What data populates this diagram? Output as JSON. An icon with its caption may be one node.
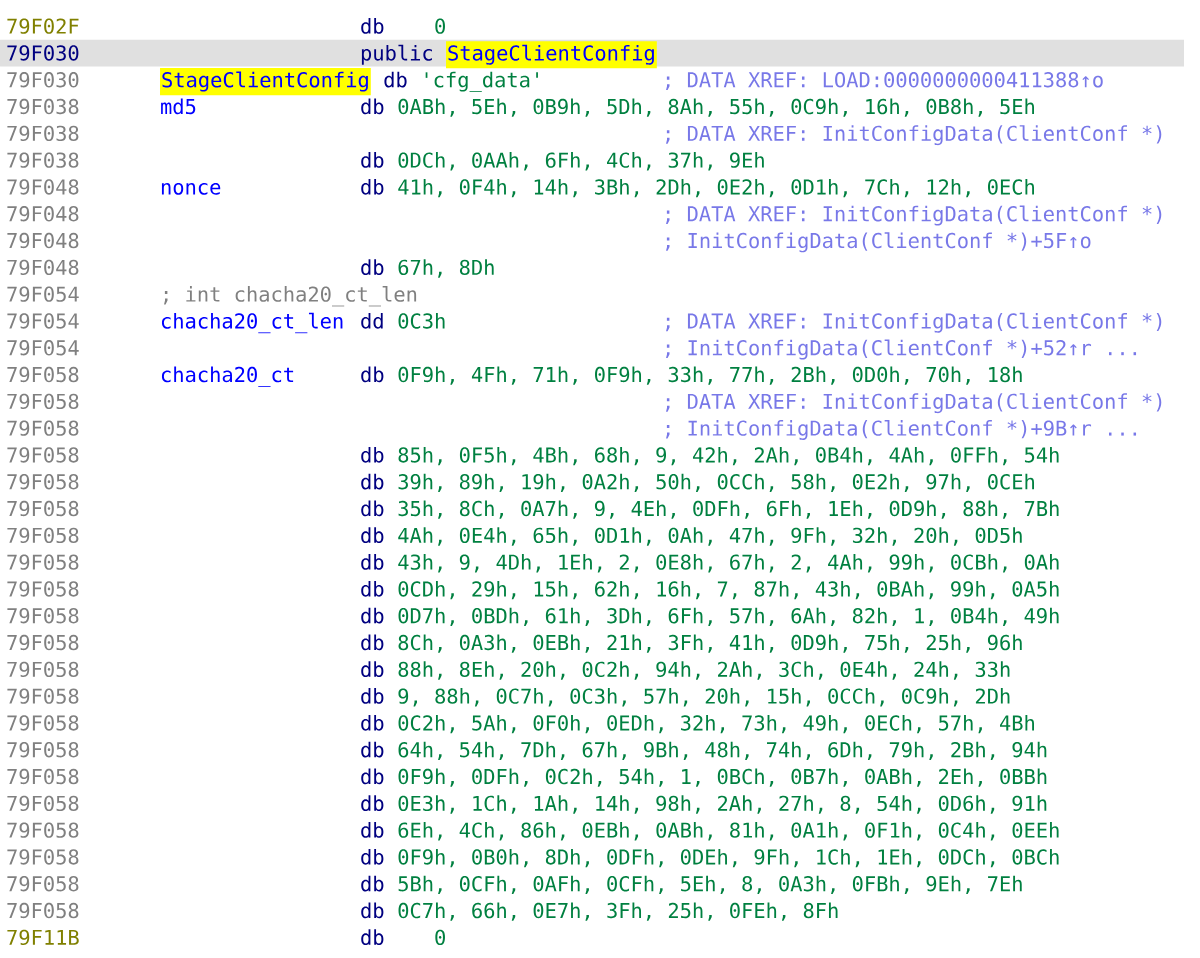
{
  "diagram": {
    "labels": [
      "79F02F",
      "db",
      "0",
      "79F030",
      "public",
      "StageClientConfig",
      "79F030",
      "StageClientConfig",
      "db",
      "'cfg_data'",
      "; DATA XREF: LOAD:0000000000411388↑o",
      "79F038",
      "md5",
      "db",
      "0ABh, 5Eh, 0B9h, 5Dh, 8Ah, 55h, 0C9h, 16h, 0B8h, 5Eh",
      "79F038",
      "; DATA XREF: InitConfigData(ClientConf *)",
      "79F038",
      "db",
      "0DCh, 0AAh, 6Fh, 4Ch, 37h, 9Eh",
      "79F048",
      "nonce",
      "db",
      "41h, 0F4h, 14h, 3Bh, 2Dh, 0E2h, 0D1h, 7Ch, 12h, 0ECh",
      "79F048",
      "; DATA XREF: InitConfigData(ClientConf *)",
      "79F048",
      "; InitConfigData(ClientConf *)+5F↑o",
      "79F048",
      "db",
      "67h, 8Dh",
      "79F054",
      "; int chacha20_ct_len",
      "79F054",
      "chacha20_ct_len",
      "dd",
      "0C3h",
      "; DATA XREF: InitConfigData(ClientConf *)",
      "79F054",
      "; InitConfigData(ClientConf *)+52↑r ...",
      "79F058",
      "chacha20_ct",
      "db",
      "0F9h, 4Fh, 71h, 0F9h, 33h, 77h, 2Bh, 0D0h, 70h, 18h",
      "79F058",
      "; DATA XREF: InitConfigData(ClientConf *)",
      "79F058",
      "; InitConfigData(ClientConf *)+9B↑r ...",
      "79F058",
      "db",
      "85h, 0F5h, 4Bh, 68h, 9, 42h, 2Ah, 0B4h, 4Ah, 0FFh, 54h",
      "79F058",
      "db",
      "39h, 89h, 19h, 0A2h, 50h, 0CCh, 58h, 0E2h, 97h, 0CEh",
      "79F058",
      "db",
      "35h, 8Ch, 0A7h, 9, 4Eh, 0DFh, 6Fh, 1Eh, 0D9h, 88h, 7Bh",
      "79F058",
      "db",
      "4Ah, 0E4h, 65h, 0D1h, 0Ah, 47h, 9Fh, 32h, 20h, 0D5h",
      "79F058",
      "db",
      "43h, 9, 4Dh, 1Eh, 2, 0E8h, 67h, 2, 4Ah, 99h, 0CBh, 0Ah",
      "79F058",
      "db",
      "0CDh, 29h, 15h, 62h, 16h, 7, 87h, 43h, 0BAh, 99h, 0A5h",
      "79F058",
      "db",
      "0D7h, 0BDh, 61h, 3Dh, 6Fh, 57h, 6Ah, 82h, 1, 0B4h, 49h",
      "79F058",
      "db",
      "8Ch, 0A3h, 0EBh, 21h, 3Fh, 41h, 0D9h, 75h, 25h, 96h",
      "79F058",
      "db",
      "88h, 8Eh, 20h, 0C2h, 94h, 2Ah, 3Ch, 0E4h, 24h, 33h",
      "79F058",
      "db",
      "9, 88h, 0C7h, 0C3h, 57h, 20h, 15h, 0CCh, 0C9h, 2Dh",
      "79F058",
      "db",
      "0C2h, 5Ah, 0F0h, 0EDh, 32h, 73h, 49h, 0ECh, 57h, 4Bh",
      "79F058",
      "db",
      "64h, 54h, 7Dh, 67h, 9Bh, 48h, 74h, 6Dh, 79h, 2Bh, 94h",
      "79F058",
      "db",
      "0F9h, 0DFh, 0C2h, 54h, 1, 0BCh, 0B7h, 0ABh, 2Eh, 0BBh",
      "79F058",
      "db",
      "0E3h, 1Ch, 1Ah, 14h, 98h, 2Ah, 27h, 8, 54h, 0D6h, 91h",
      "79F058",
      "db",
      "6Eh, 4Ch, 86h, 0EBh, 0ABh, 81h, 0A1h, 0F1h, 0C4h, 0EEh",
      "79F058",
      "db",
      "0F9h, 0B0h, 8Dh, 0DFh, 0DEh, 9Fh, 1Ch, 1Eh, 0DCh, 0BCh",
      "79F058",
      "db",
      "5Bh, 0CFh, 0AFh, 0CFh, 5Eh, 8, 0A3h, 0FBh, 9Eh, 7Eh",
      "79F058",
      "db",
      "0C7h, 66h, 0E7h, 3Fh, 25h, 0FEh, 8Fh",
      "79F11B",
      "db",
      "0"
    ]
  }
}
